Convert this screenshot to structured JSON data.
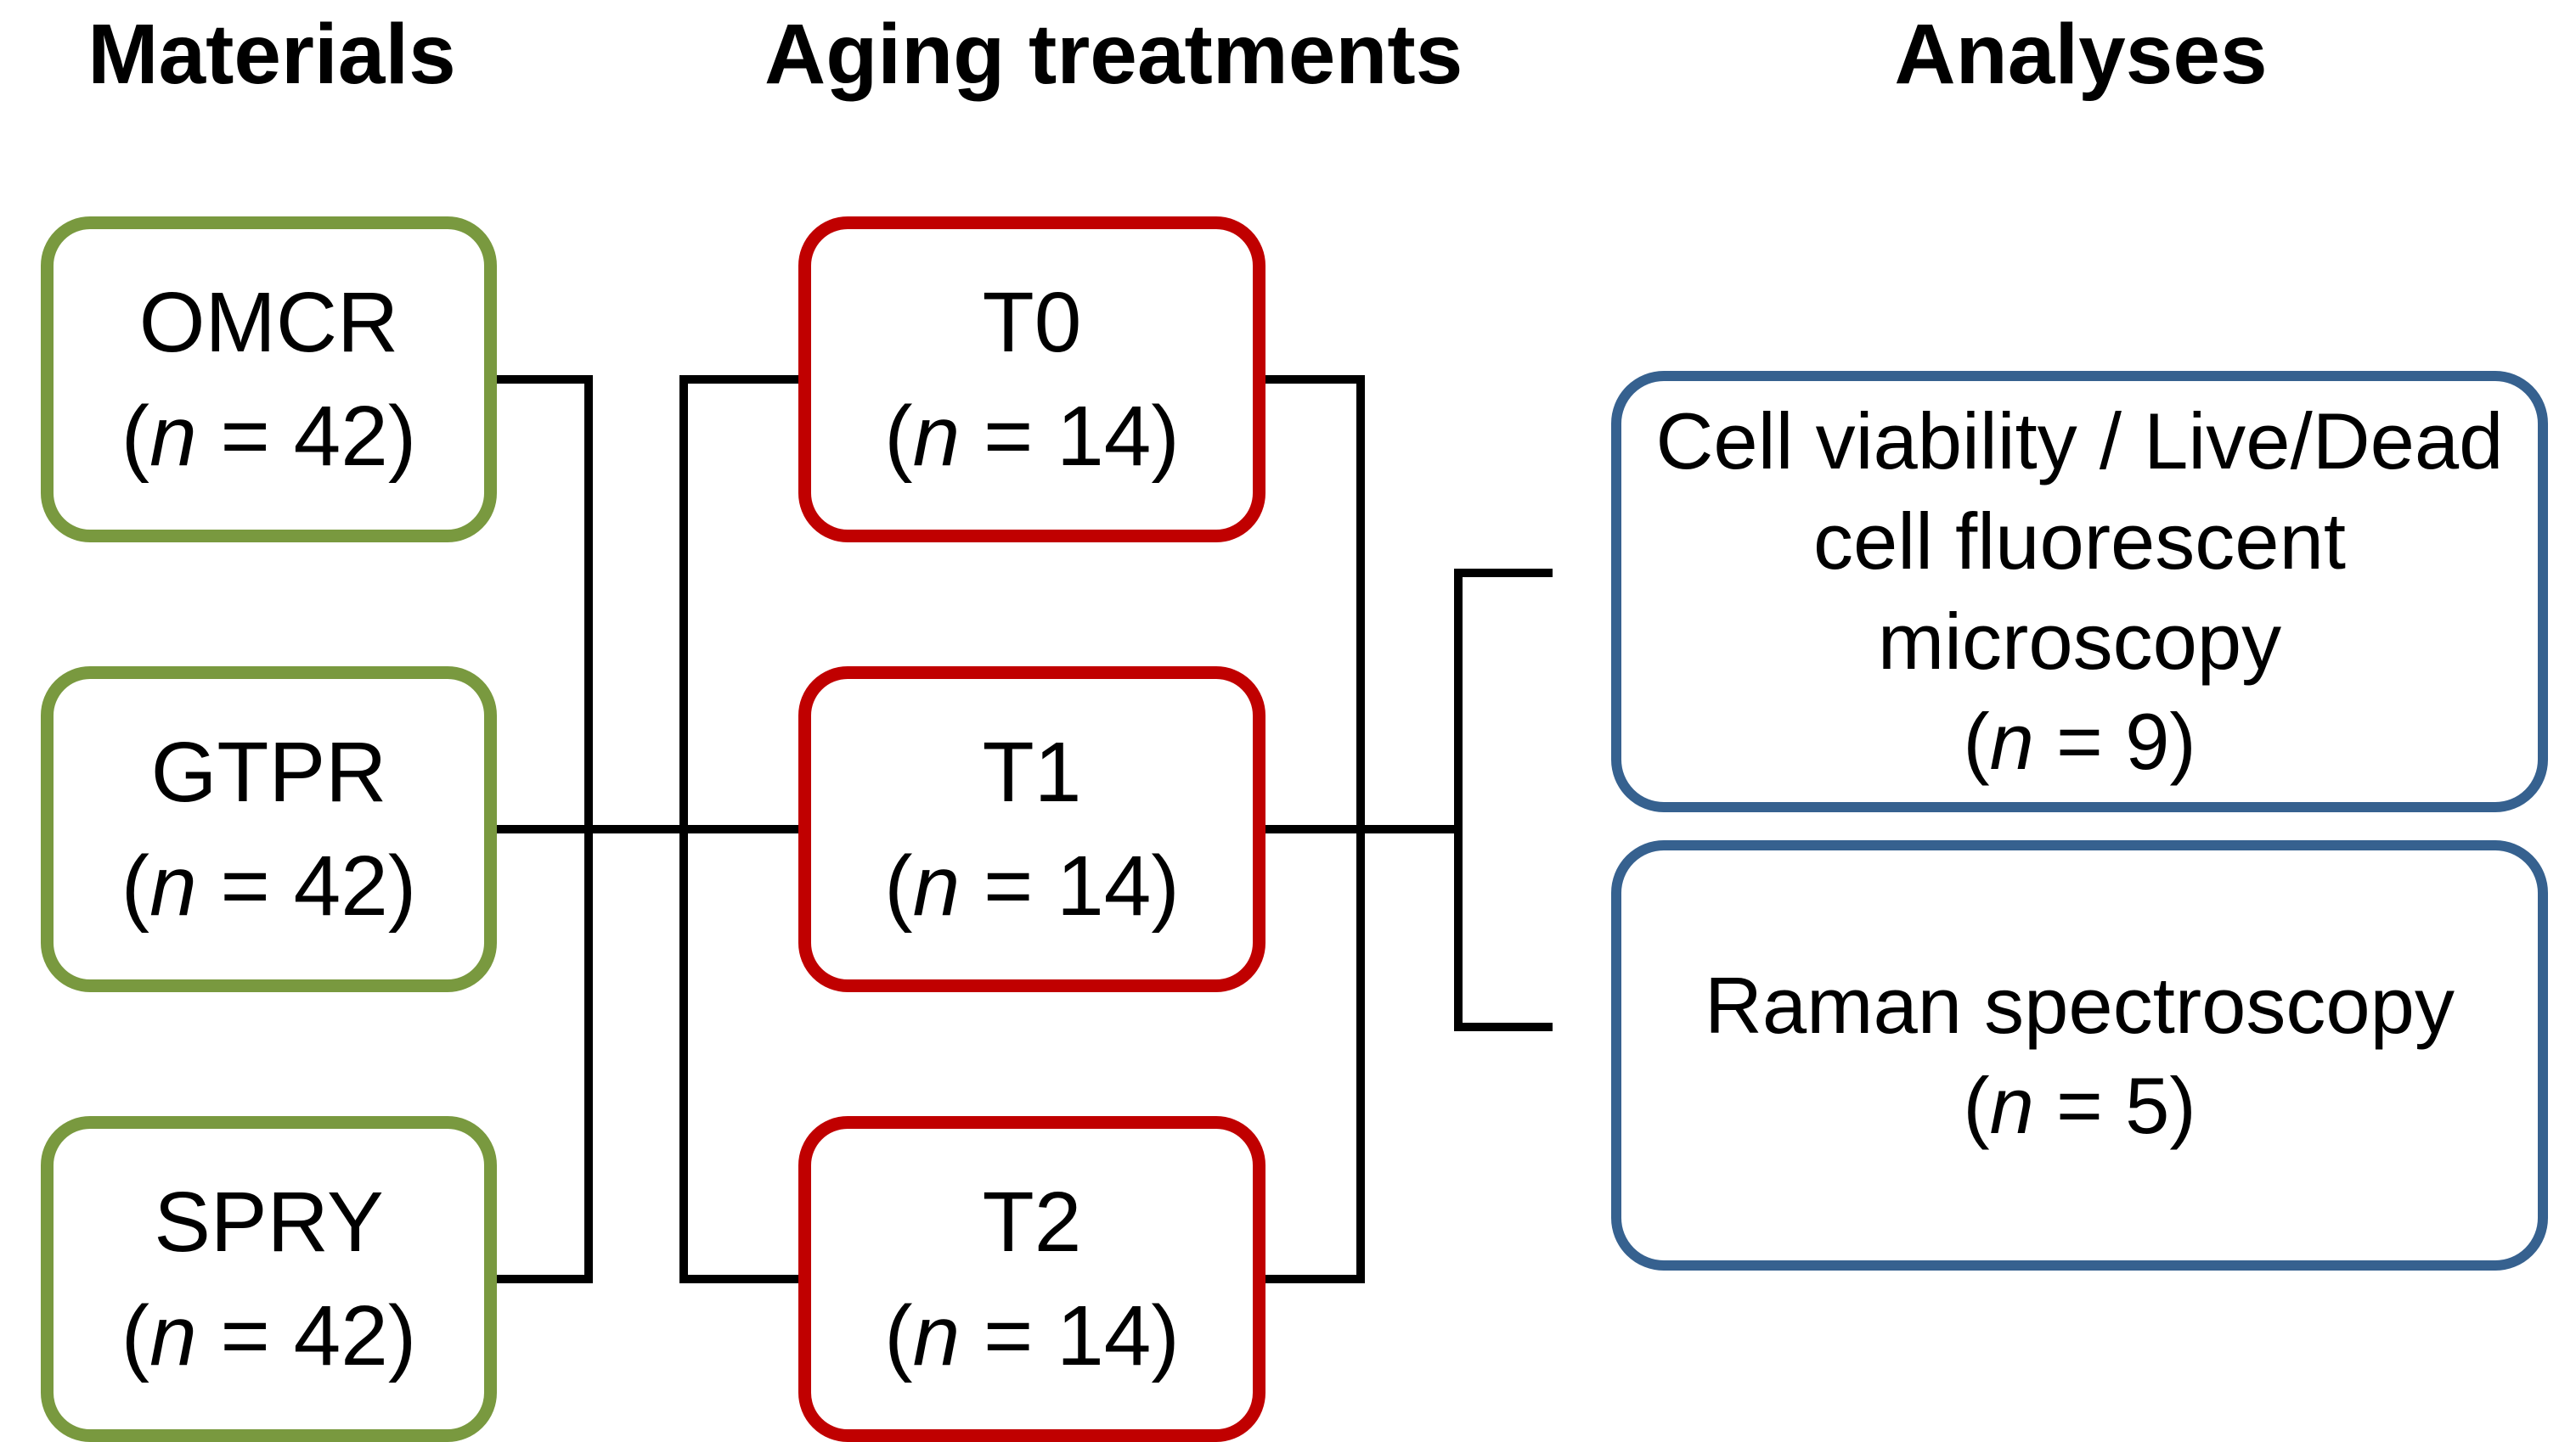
{
  "figure": {
    "headers": {
      "materials": "Materials",
      "treatments": "Aging treatments",
      "analyses": "Analyses"
    },
    "materials": [
      {
        "label": "OMCR",
        "n_open": "(",
        "n_var": "n",
        "n_rest": " = 42)"
      },
      {
        "label": "GTPR",
        "n_open": "(",
        "n_var": "n",
        "n_rest": " = 42)"
      },
      {
        "label": "SPRY",
        "n_open": "(",
        "n_var": "n",
        "n_rest": " = 42)"
      }
    ],
    "treatments": [
      {
        "label": "T0",
        "n_open": "(",
        "n_var": "n",
        "n_rest": " = 14)"
      },
      {
        "label": "T1",
        "n_open": "(",
        "n_var": "n",
        "n_rest": " = 14)"
      },
      {
        "label": "T2",
        "n_open": "(",
        "n_var": "n",
        "n_rest": " = 14)"
      }
    ],
    "analyses": [
      {
        "lines": [
          "Cell viability / Live/Dead",
          "cell fluorescent",
          "microscopy"
        ],
        "n_open": "(",
        "n_var": "n",
        "n_rest": " = 9)"
      },
      {
        "lines": [
          "Raman spectroscopy"
        ],
        "n_open": "(",
        "n_var": "n",
        "n_rest": " = 5)"
      }
    ],
    "colors": {
      "materials_border": "#79993f",
      "treatments_border": "#c00000",
      "analyses_border": "#36618f",
      "line": "#000000",
      "text": "#000000",
      "background": "#ffffff"
    }
  }
}
